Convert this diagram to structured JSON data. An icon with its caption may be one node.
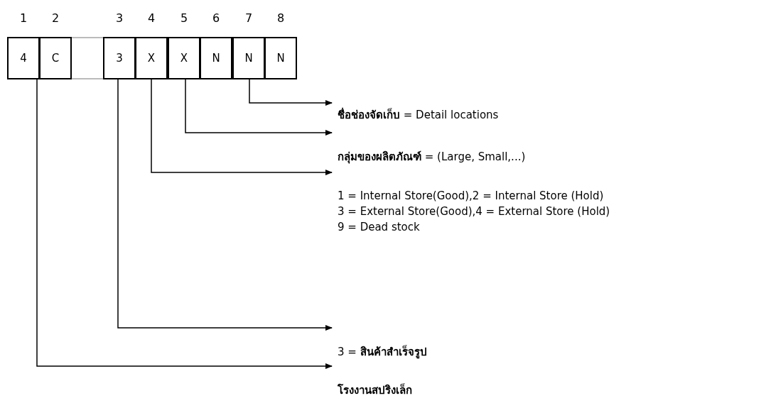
{
  "diagram": {
    "nodes": [
      {
        "text": [
          "4"
        ]
      },
      {
        "text": [
          "C"
        ]
      },
      {
        "text": [],
        "shape": "box"
      },
      {
        "text": [
          "3"
        ]
      },
      {
        "text": [
          "X"
        ]
      },
      {
        "text": [
          "X"
        ]
      },
      {
        "text": [
          "N"
        ]
      },
      {
        "text": [
          "N"
        ]
      },
      {
        "text": [
          "N"
        ]
      },
      {
        "text": [
          "**ชื่อช่องจัดเก็บ** = Detail locations"
        ]
      },
      {
        "text": [
          "**กลุ่มของผลิตภัณฑ์** = (Large, Small,...)"
        ]
      },
      {
        "text": [
          "1 = Internal Store(Good),2 = Internal Store (Hold)",
          "3 = External Store(Good),4 = External Store (Hold)",
          "9 = Dead stock"
        ]
      },
      {
        "text": [
          "3  = **สินค้าสำเร็จรูป**"
        ]
      },
      {
        "text": [
          "โรงงานสปริงเล็ก"
        ]
      }
    ],
    "edges": [
      {
        "from": 7,
        "to": 9,
        "arrow": "to"
      },
      {
        "from": 5,
        "to": 10,
        "arrow": "to"
      },
      {
        "from": 4,
        "to": 11,
        "arrow": "to"
      },
      {
        "from": 3,
        "to": 12,
        "arrow": "to"
      },
      {
        "from": 0,
        "to": 13,
        "arrow": "to"
      }
    ],
    "labels": [
      "1",
      "2",
      "3",
      "4",
      "5",
      "6",
      "7",
      "8"
    ]
  }
}
